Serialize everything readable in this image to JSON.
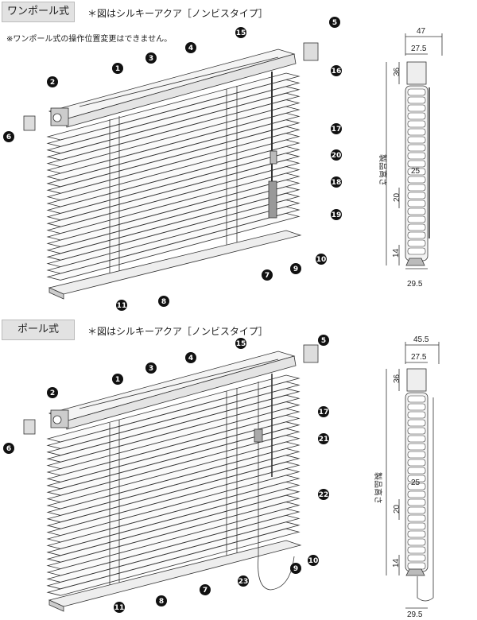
{
  "sections": [
    {
      "title": "ワンポール式",
      "note": "＊図はシルキーアクア［ノンビスタイプ］",
      "subnote": "※ワンポール式の操作位置変更はできません。",
      "callouts": [
        "1",
        "2",
        "3",
        "4",
        "5",
        "6",
        "7",
        "8",
        "9",
        "10",
        "11",
        "15",
        "16",
        "17",
        "18",
        "19",
        "20"
      ],
      "dims": {
        "total_depth": "47",
        "head_depth": "27.5",
        "head_height": "36",
        "product_height": "製品高さ",
        "slat": "25",
        "pitch": "20",
        "bottom_rail": "14",
        "bottom_width": "29.5"
      }
    },
    {
      "title": "ポール式",
      "note": "＊図はシルキーアクア［ノンビスタイプ］",
      "callouts": [
        "1",
        "2",
        "3",
        "4",
        "5",
        "6",
        "7",
        "8",
        "9",
        "10",
        "11",
        "15",
        "17",
        "21",
        "22",
        "23"
      ],
      "dims": {
        "total_depth": "45.5",
        "head_depth": "27.5",
        "head_height": "36",
        "product_height": "製品高さ",
        "slat": "25",
        "pitch": "20",
        "bottom_rail": "14",
        "bottom_width": "29.5"
      }
    }
  ]
}
